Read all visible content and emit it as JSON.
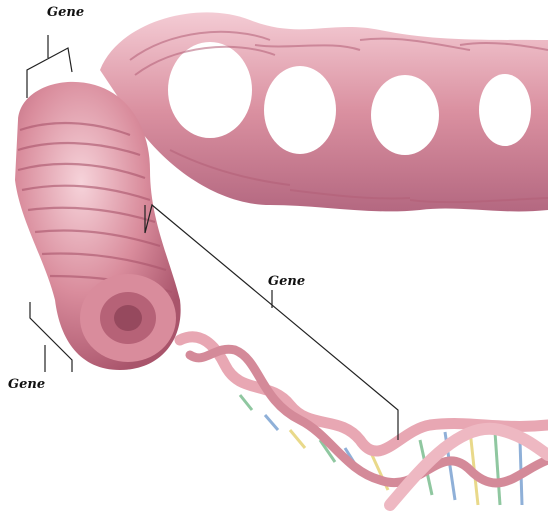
{
  "labels": {
    "top": "Gene",
    "left": "Gene",
    "middle": "Gene"
  },
  "colors": {
    "chromatin": "#d98c9c",
    "chromatin_dark": "#b8637a",
    "chromatin_light": "#f2c6cf",
    "dna_backbone": "#e8a7b3",
    "base_green": "#8fc7a0",
    "base_blue": "#8fb0d8",
    "base_yellow": "#e9d98a",
    "bracket": "#222222"
  },
  "icons": [
    "chromatin-fiber",
    "solenoid-coil",
    "dna-double-helix"
  ]
}
